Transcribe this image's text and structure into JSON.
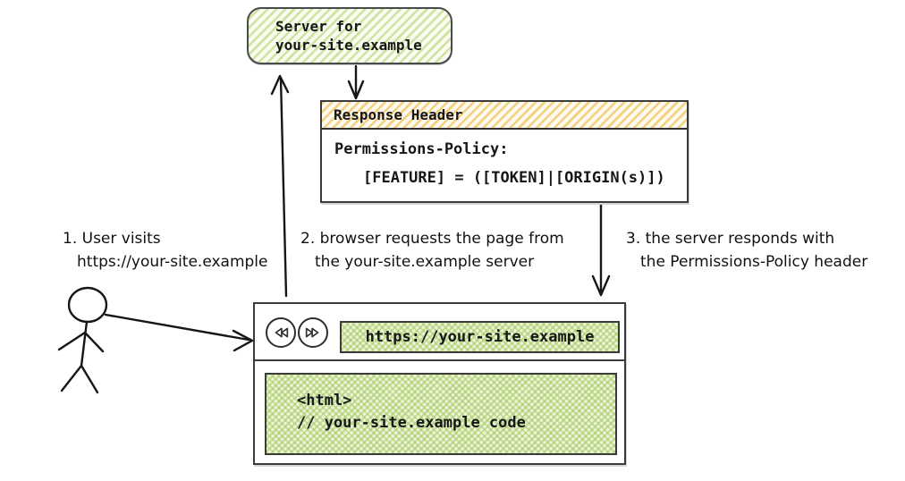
{
  "server_box": {
    "line1": "Server for",
    "line2": "your-site.example"
  },
  "response_header": {
    "title": "Response Header",
    "line1": "Permissions-Policy:",
    "line2": "[FEATURE] = ([TOKEN]|[ORIGIN(s)])"
  },
  "steps": [
    {
      "line1": "1. User visits",
      "line2": "https://your-site.example"
    },
    {
      "line1": "2. browser requests the page from",
      "line2": "the your-site.example server"
    },
    {
      "line1": "3. the server responds with",
      "line2": "the Permissions-Policy header"
    }
  ],
  "browser": {
    "url": "https://your-site.example",
    "content_line1": "<html>",
    "content_line2": "// your-site.example code"
  },
  "icons": {
    "back": "rewind-icon",
    "forward": "fast-forward-icon"
  },
  "colors": {
    "green_hatch": "#cde09b",
    "orange_hatch": "#f3cf7e",
    "ink": "#161616",
    "box_border": "#3b3b3b"
  }
}
